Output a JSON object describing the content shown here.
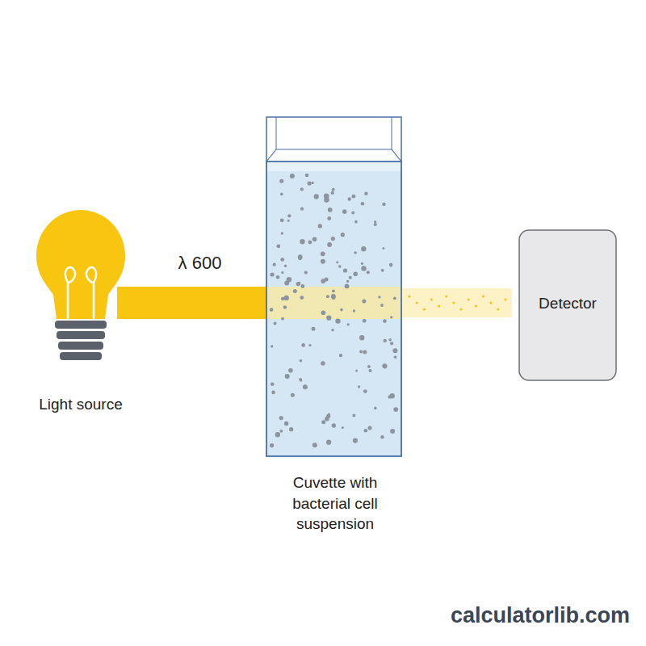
{
  "diagram": {
    "nodes": [
      {
        "text": [
          "Light source"
        ]
      },
      {
        "text": [
          "Cuvette with bacterial cell suspension"
        ]
      },
      {
        "text": [
          "Detector"
        ]
      }
    ],
    "edges": [
      {
        "from": 0,
        "to": 1,
        "label": "λ 600",
        "arrow": "none"
      },
      {
        "from": 1,
        "to": 2,
        "arrow": "none"
      }
    ],
    "labels": [
      "calculatorlib.com"
    ]
  }
}
